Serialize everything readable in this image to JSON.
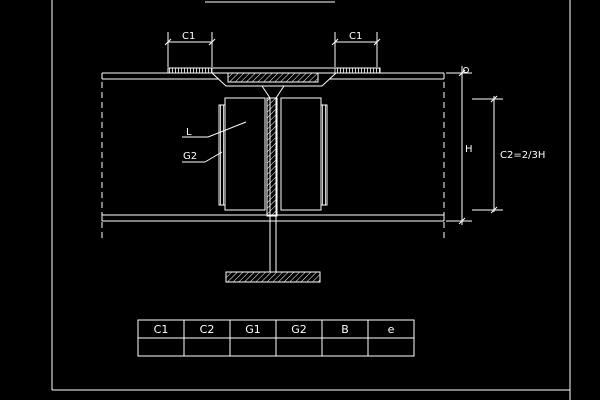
{
  "drawing": {
    "labels": {
      "c1_left": "C1",
      "c1_right": "C1",
      "l": "L",
      "g2": "G2",
      "h": "H",
      "c2": "C2=2/3H"
    },
    "table": {
      "headers": [
        "C1",
        "C2",
        "G1",
        "G2",
        "B",
        "e"
      ],
      "rows": [
        [
          "",
          "",
          "",
          "",
          "",
          ""
        ]
      ]
    },
    "colors": {
      "background": "#000000",
      "line": "#ffffff"
    }
  }
}
